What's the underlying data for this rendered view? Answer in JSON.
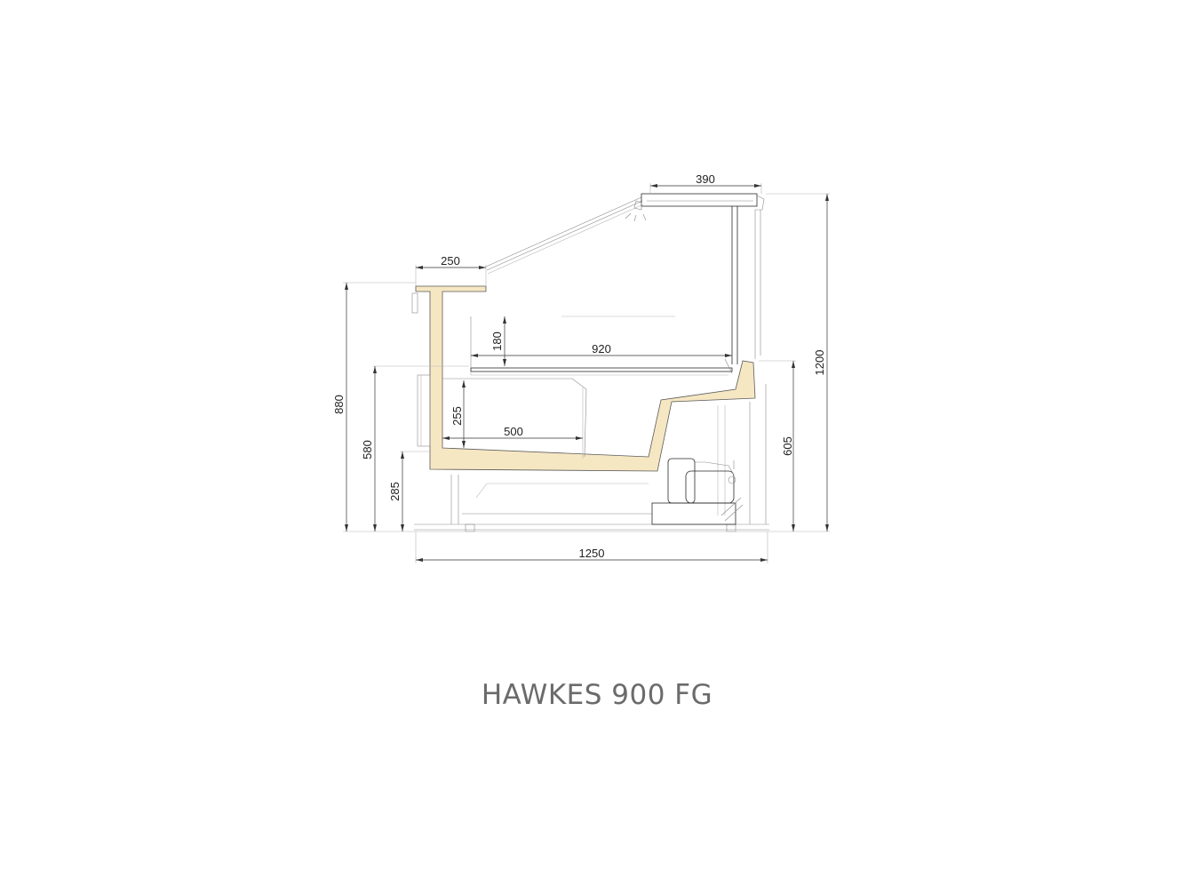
{
  "title": "HAWKES 900 FG",
  "colors": {
    "insulation": "#f6e7c3",
    "line": "#2a2a2a",
    "caption": "#6b6b6b"
  },
  "dimensions": {
    "top_canopy_width": "390",
    "front_top_width": "250",
    "shelf_depth": "180",
    "shelf_width": "920",
    "well_depth": "255",
    "well_width": "500",
    "overall_height_front": "880",
    "counter_height": "580",
    "base_height": "285",
    "rear_height": "605",
    "overall_height": "1200",
    "overall_depth": "1250"
  }
}
